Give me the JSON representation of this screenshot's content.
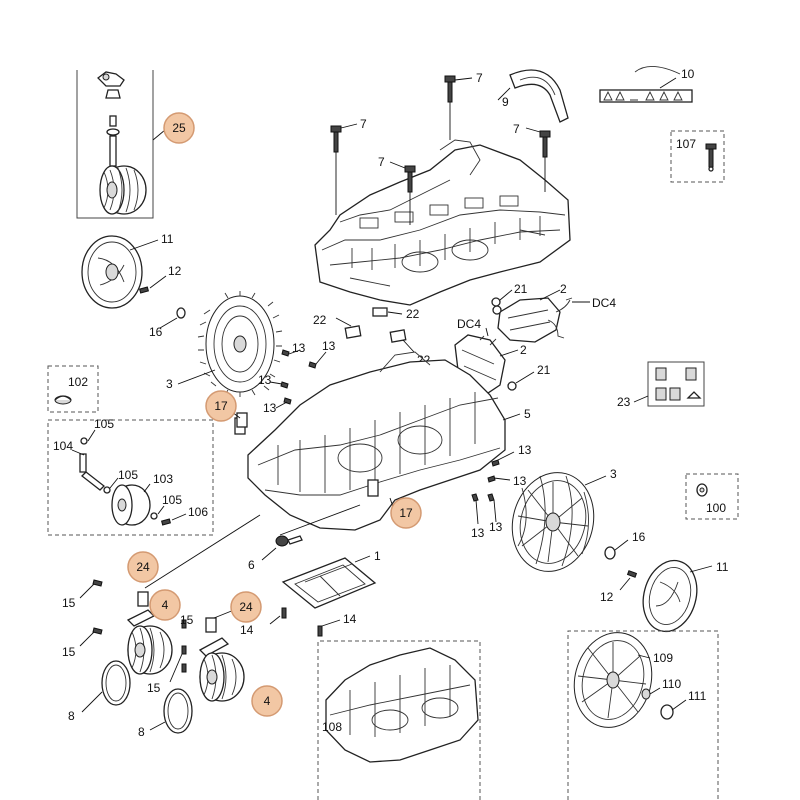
{
  "labels": {
    "l7a": "7",
    "l7b": "7",
    "l7c": "7",
    "l7d": "7",
    "l9": "9",
    "l10": "10",
    "l107": "107",
    "l25": "25",
    "l11a": "11",
    "l12a": "12",
    "l16a": "16",
    "l3a": "3",
    "l22a": "22",
    "l22b": "22",
    "l21a": "21",
    "l21b": "21",
    "l2a": "2",
    "l2b": "2",
    "ldc4a": "DC4",
    "ldc4b": "DC4",
    "l13a": "13",
    "l13b": "13",
    "l13c": "13",
    "l13d": "13",
    "l13e": "13",
    "l13f": "13",
    "l13g": "13",
    "l13h": "13",
    "l102": "102",
    "l17a": "17",
    "l17b": "17",
    "l104": "104",
    "l105a": "105",
    "l105b": "105",
    "l105c": "105",
    "l103": "103",
    "l106": "106",
    "l5": "5",
    "l23": "23",
    "l3b": "3",
    "l100": "100",
    "l16b": "16",
    "l11b": "11",
    "l12b": "12",
    "l6": "6",
    "l1": "1",
    "l14a": "14",
    "l14b": "14",
    "l24a": "24",
    "l24b": "24",
    "l4a": "4",
    "l4b": "4",
    "l15a": "15",
    "l15b": "15",
    "l15c": "15",
    "l15d": "15",
    "l8a": "8",
    "l8b": "8",
    "l108": "108",
    "l109": "109",
    "l110": "110",
    "l111": "111"
  }
}
